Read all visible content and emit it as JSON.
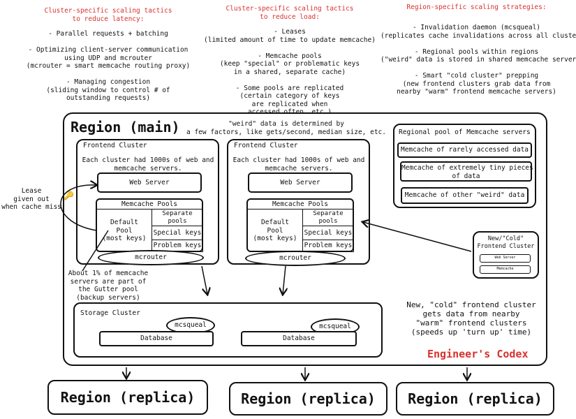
{
  "notes": {
    "latency": {
      "title": "Cluster-specific scaling tactics\nto reduce latency:",
      "body": "- Parallel requests + batching\n\n- Optimizing client-server communication\nusing UDP and mcrouter\n(mcrouter = smart memcache routing proxy)\n\n- Managing congestion\n(sliding window to control # of\noutstanding requests)"
    },
    "load": {
      "title": "Cluster-specific scaling tactics\nto reduce load:",
      "body": "- Leases\n(limited amount of time to update memcache)\n\n- Memcache pools\n(keep \"special\" or problematic keys\nin a shared, separate cache)\n\n- Some pools are replicated\n(certain category of keys\nare replicated when\naccessed often, etc.)"
    },
    "region": {
      "title": "Region-specific scaling strategies:",
      "body": "- Invalidation daemon (mcsqueal)\n(replicates cache invalidations across all clusters)\n\n- Regional pools within regions\n(\"weird\" data is stored in shared memcache servers)\n\n- Smart \"cold cluster\" prepping\n(new frontend clusters grab data from\nnearby \"warm\" frontend memcache servers)"
    }
  },
  "main_region": {
    "title": "Region (main)",
    "weird_note": "\"weird\" data is determined by\na few factors, like gets/second, median size, etc.",
    "cluster_title": "Frontend Cluster",
    "cluster_note": "Each cluster had 1000s of web and\nmemcache servers.",
    "web_server": "Web Server",
    "memcache_pools": "Memcache Pools",
    "default_pool": "Default\nPool\n(most keys)",
    "separate_pools": "Separate pools",
    "special_keys": "Special keys",
    "problem_keys": "Problem keys",
    "mcrouter": "mcrouter"
  },
  "lease_note": "Lease\ngiven out\nwhen cache miss",
  "key_icon_glyph": "🔑",
  "gutter_note": "About 1% of memcache\nservers are part of\nthe Gutter pool\n(backup servers)",
  "regional_pool": {
    "title": "Regional pool of Memcache servers",
    "items": [
      "Memcache of rarely accessed data",
      "Memcache of extremely tiny pieces\nof data",
      "Memcache of other \"weird\" data"
    ]
  },
  "cold_cluster": {
    "title": "New/\"Cold\"\nFrontend Cluster",
    "web_server": "Web Server",
    "memcache": "Memcache",
    "note": "New, \"cold\" frontend cluster\ngets data from nearby\n\"warm\" frontend clusters\n(speeds up 'turn up' time)"
  },
  "storage": {
    "title": "Storage Cluster",
    "mcsqueal": "mcsqueal",
    "database": "Database"
  },
  "brand": "Engineer's Codex",
  "brand_color": "#d8322e",
  "replicas": [
    "Region (replica)",
    "Region (replica)",
    "Region (replica)"
  ]
}
